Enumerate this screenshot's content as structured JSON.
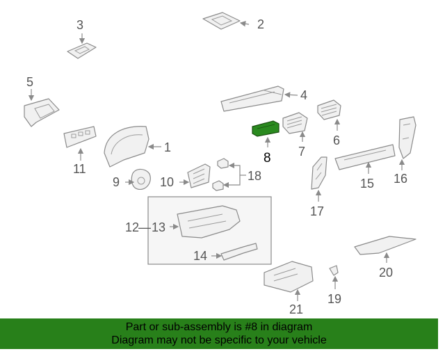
{
  "diagram": {
    "highlighted_part": "8",
    "highlight_color": "#2a8a1f",
    "callouts": [
      "1",
      "2",
      "3",
      "4",
      "5",
      "6",
      "7",
      "8",
      "9",
      "10",
      "11",
      "12",
      "13",
      "14",
      "15",
      "16",
      "17",
      "18",
      "19",
      "20",
      "21"
    ],
    "group_separator": "—"
  },
  "banner": {
    "line1": "Part or sub-assembly is #8 in diagram",
    "line2": "Diagram may not be specific to your vehicle",
    "background": "#28801a"
  }
}
